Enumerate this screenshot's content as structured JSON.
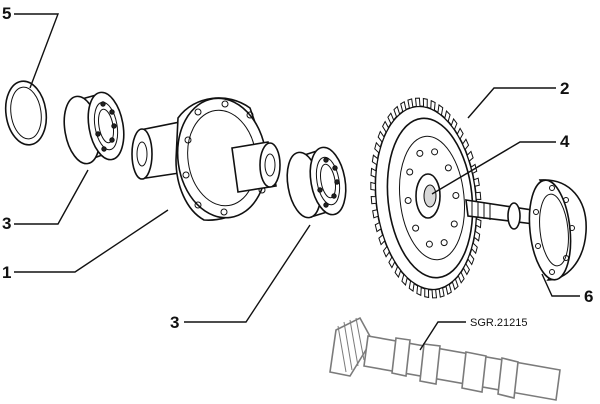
{
  "callouts": [
    {
      "id": "c5",
      "text": "5"
    },
    {
      "id": "c3a",
      "text": "3"
    },
    {
      "id": "c1",
      "text": "1"
    },
    {
      "id": "c3b",
      "text": "3"
    },
    {
      "id": "c2",
      "text": "2"
    },
    {
      "id": "c4",
      "text": "4"
    },
    {
      "id": "c6",
      "text": "6"
    }
  ],
  "reference_code": "SGR.21215"
}
